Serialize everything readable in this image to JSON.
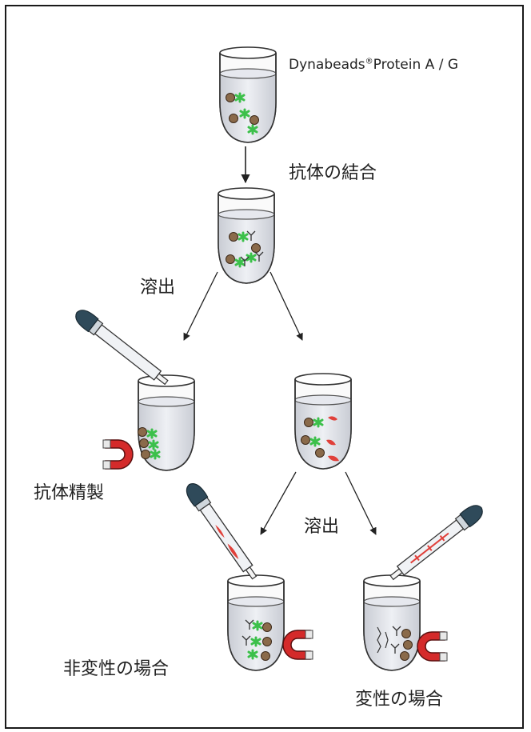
{
  "labels": {
    "product_prefix": "Dynabeads",
    "product_reg": "®",
    "product_suffix": "Protein A / G",
    "antibody_binding": "抗体の結合",
    "elution_1": "溶出",
    "antibody_purification": "抗体精製",
    "elution_2": "溶出",
    "non_denaturing": "非変性の場合",
    "denaturing": "変性の場合"
  },
  "colors": {
    "frame": "#1a1a1a",
    "bead": "#8a6a4a",
    "antibody": "#3cc04a",
    "protein": "#e0403a",
    "magnet": "#d42a2a",
    "pipette_bulb": "#2f4a5a",
    "liquid": "#dfe2e8"
  },
  "icons": [
    "tube-icon",
    "magnet-icon",
    "pipette-icon",
    "arrow-icon"
  ]
}
